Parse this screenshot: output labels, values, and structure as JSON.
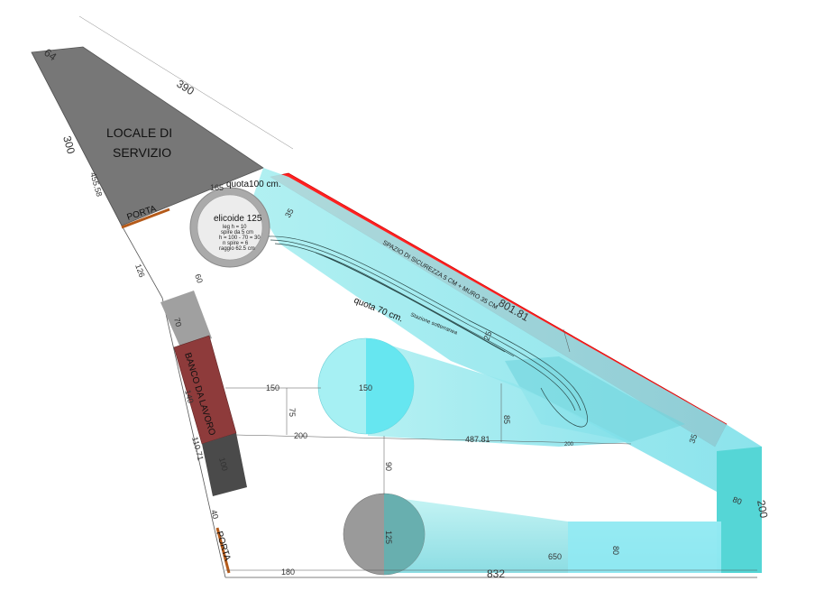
{
  "room": {
    "service_room_label_1": "LOCALE DI",
    "service_room_label_2": "SERVIZIO",
    "door_label_top": "PORTA",
    "door_label_bottom": "PORTA",
    "workbench_label": "BANCO DA LAVORO",
    "helix_label": "elicoide  125",
    "helix_notes": [
      "leg h = 10",
      "spire da 5 cm",
      "h = 100 - 70 = 30",
      "n spire = 6",
      "raggio 62.5 cm"
    ],
    "level_top": "quota100 cm.",
    "level_mid": "quota 70 cm.",
    "safety_label": "SPAZIO DI SICUREZZA 5 CM + MURO 35 CM",
    "station_label": "Stazione sotterranea"
  },
  "dimensions": {
    "d64": "64",
    "d390": "390",
    "d300": "300",
    "d455": "455.58",
    "d165": "165",
    "d35": "35",
    "d126": "126",
    "d60": "60",
    "d70": "70",
    "d140": "140",
    "d100a": "100",
    "d801": "801.81",
    "d150a": "150",
    "d150b": "150",
    "d75": "75",
    "d200a": "200",
    "d85": "85",
    "d487": "487.81",
    "d200b": "200",
    "d90": "90",
    "d125": "125",
    "d80a": "80",
    "d650": "650",
    "d180": "180",
    "d832": "832",
    "d200c": "200",
    "d80b": "80",
    "d40": "40",
    "d35b": "35",
    "d25": "25",
    "d110": "110.71"
  },
  "colors": {
    "service_room": "#7a7a7a",
    "safety_zone": "#ff1a1a",
    "layout_area": "#8fe0e6",
    "workbench": "#8e3b3b",
    "workbench_end": "#4a4a4a",
    "door": "#b45a1a",
    "helix": "#a9a9a9"
  }
}
